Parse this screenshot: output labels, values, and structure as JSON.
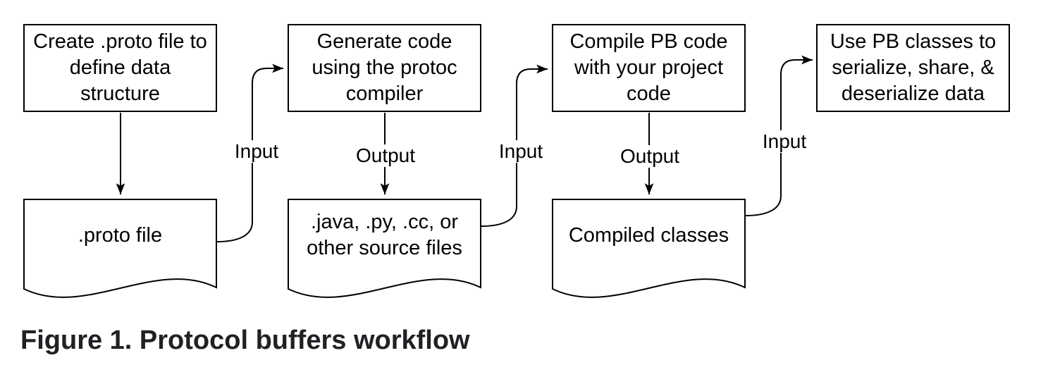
{
  "figure": {
    "caption": "Figure 1. Protocol buffers workflow"
  },
  "diagram": {
    "steps": [
      {
        "id": "step-1",
        "label": "Create .proto file to\ndefine data\nstructure"
      },
      {
        "id": "step-2",
        "label": "Generate code\nusing the protoc\ncompiler"
      },
      {
        "id": "step-3",
        "label": "Compile PB code\nwith your project\ncode"
      },
      {
        "id": "step-4",
        "label": "Use PB classes to\nserialize, share, &\ndeserialize data"
      }
    ],
    "artifacts": [
      {
        "id": "proto-file",
        "label": ".proto file"
      },
      {
        "id": "source-files",
        "label": ".java, .py, .cc, or\nother source files"
      },
      {
        "id": "compiled-classes",
        "label": "Compiled classes"
      }
    ],
    "connectors": [
      {
        "from": "step-1",
        "to": "proto-file",
        "label": ""
      },
      {
        "from": "proto-file",
        "to": "step-2",
        "label": "Input"
      },
      {
        "from": "step-2",
        "to": "source-files",
        "label": "Output"
      },
      {
        "from": "source-files",
        "to": "step-3",
        "label": "Input"
      },
      {
        "from": "step-3",
        "to": "compiled-classes",
        "label": "Output"
      },
      {
        "from": "compiled-classes",
        "to": "step-4",
        "label": "Input"
      }
    ]
  },
  "colors": {
    "line": "#000000",
    "text": "#000000",
    "node_fill": "#ffffff",
    "caption": "#202124",
    "background": "#ffffff"
  }
}
